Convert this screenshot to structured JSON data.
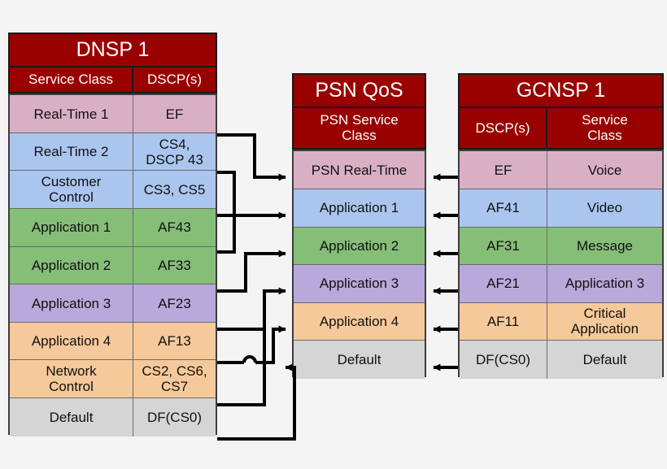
{
  "diagram": {
    "title_hidden": "",
    "background": "#f4f4f4",
    "line_color": "#000000",
    "header_color": "#990000",
    "palette": {
      "pink": "#d9b0c3",
      "blue": "#aac6ef",
      "green": "#85be77",
      "purple": "#b8a9da",
      "orange": "#f6c99a",
      "grey": "#d5d5d5"
    }
  },
  "dnsp": {
    "title": "DNSP 1",
    "columns": [
      "Service Class",
      "DSCP(s)"
    ],
    "rows": [
      {
        "service_class": "Real-Time 1",
        "dscp": "EF",
        "color": "pink"
      },
      {
        "service_class": "Real-Time 2",
        "dscp": "CS4,\nDSCP 43",
        "color": "blue"
      },
      {
        "service_class": "Customer\nControl",
        "dscp": "CS3, CS5",
        "color": "blue"
      },
      {
        "service_class": "Application 1",
        "dscp": "AF43",
        "color": "green"
      },
      {
        "service_class": "Application 2",
        "dscp": "AF33",
        "color": "green"
      },
      {
        "service_class": "Application 3",
        "dscp": "AF23",
        "color": "purple"
      },
      {
        "service_class": "Application 4",
        "dscp": "AF13",
        "color": "orange"
      },
      {
        "service_class": "Network\nControl",
        "dscp": "CS2, CS6,\nCS7",
        "color": "orange"
      },
      {
        "service_class": "Default",
        "dscp": "DF(CS0)",
        "color": "grey"
      }
    ]
  },
  "psn": {
    "title": "PSN QoS",
    "columns": [
      "PSN Service\nClass"
    ],
    "rows": [
      {
        "psn_service_class": "PSN Real-Time",
        "color": "pink"
      },
      {
        "psn_service_class": "Application 1",
        "color": "blue"
      },
      {
        "psn_service_class": "Application 2",
        "color": "green"
      },
      {
        "psn_service_class": "Application 3",
        "color": "purple"
      },
      {
        "psn_service_class": "Application 4",
        "color": "orange"
      },
      {
        "psn_service_class": "Default",
        "color": "grey"
      }
    ]
  },
  "gcnsp": {
    "title": "GCNSP 1",
    "columns": [
      "DSCP(s)",
      "Service\nClass"
    ],
    "rows": [
      {
        "dscp": "EF",
        "service_class": "Voice",
        "color": "pink"
      },
      {
        "dscp": "AF41",
        "service_class": "Video",
        "color": "blue"
      },
      {
        "dscp": "AF31",
        "service_class": "Message",
        "color": "green"
      },
      {
        "dscp": "AF21",
        "service_class": "Application 3",
        "color": "purple"
      },
      {
        "dscp": "AF11",
        "service_class": "Critical\nApplication",
        "color": "orange"
      },
      {
        "dscp": "DF(CS0)",
        "service_class": "Default",
        "color": "grey"
      }
    ]
  },
  "mappings": {
    "dnsp_to_psn": [
      {
        "from": "Real-Time 1",
        "to": "PSN Real-Time"
      },
      {
        "from": "Real-Time 2",
        "to": "Application 1"
      },
      {
        "from": "Customer Control",
        "to": "Application 1"
      },
      {
        "from": "Application 1",
        "to": "Application 1"
      },
      {
        "from": "Application 2",
        "to": "Application 2"
      },
      {
        "from": "Application 3",
        "to": "Application 3"
      },
      {
        "from": "Application 4",
        "to": "Application 4"
      },
      {
        "from": "Network Control",
        "to": "Application 4"
      },
      {
        "from": "Default",
        "to": "Default"
      }
    ],
    "gcnsp_to_psn": [
      {
        "from": "EF",
        "to": "PSN Real-Time"
      },
      {
        "from": "AF41",
        "to": "Application 1"
      },
      {
        "from": "AF31",
        "to": "Application 2"
      },
      {
        "from": "AF21",
        "to": "Application 3"
      },
      {
        "from": "AF11",
        "to": "Application 4"
      },
      {
        "from": "DF(CS0)",
        "to": "Default"
      }
    ]
  }
}
